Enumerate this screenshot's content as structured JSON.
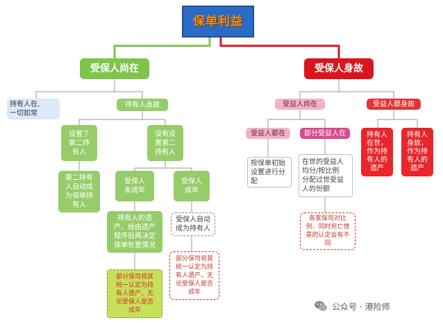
{
  "title": "保单利益",
  "nodes": {
    "insured_alive": "受保人尚在",
    "insured_dead": "受保人身故",
    "holder_alive": "持有人在,\n一切如常",
    "holder_dead": "持有人身故",
    "has_second": "设置了\n第二持\n有人",
    "no_second": "没有设\n置第二\n持有人",
    "second_becomes": "第二持有\n人自动成\n为保单持\n有人",
    "insured_minor": "受保人\n未成年",
    "insured_adult": "受保人\n成年",
    "estate_process": "持有人的遗\n产，经由遗产\n程序后再决定\n保单处置情况",
    "note_company_estate": "部分保司将其\n统一认定为持\n有人遗产，无\n论受保人是否\n成年",
    "adult_becomes": "受保人自动\n成为持有人",
    "note_company_adult": "部分保司将其\n统一认定为持\n有人遗产，无\n论受保人是否\n成年",
    "beneficiary_alive": "受益人尚在",
    "all_beneficiaries_dead": "受益人都身故",
    "all_alive": "受益人都在",
    "partial_alive": "部分受益人在",
    "pay_initial": "按保单初始\n设置进行分\n配",
    "pay_surviving": "在世的受益人\n均分/按比例\n分配过世受益\n人的份额",
    "note_simultaneous": "各家保司对比\n例、同时死亡情\n景的认定会有不\n同",
    "holder_alive_estate": "持有人\n在世，\n作为持\n有人的\n遗产",
    "holder_dead_estate": "持有人\n身故，\n作为持\n有人的\n遗产"
  },
  "watermark": {
    "label": "公众号 · 港险师"
  },
  "colors": {
    "green_branch": "#7ec44a",
    "red_branch": "#d8161e",
    "title_bg": "#2a6cc5",
    "title_text": "#f08a1c"
  }
}
